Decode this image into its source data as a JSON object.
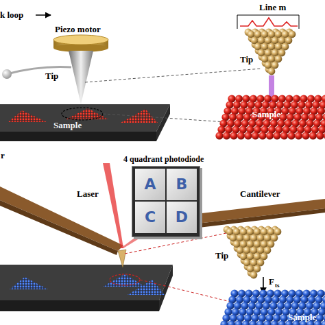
{
  "diagram": {
    "nodes": [
      {
        "text": [
          "4 quadrant photodiode"
        ]
      },
      {
        "text": [
          "A"
        ],
        "in": 0
      },
      {
        "text": [
          "B"
        ],
        "in": 0
      },
      {
        "text": [
          "C"
        ],
        "in": 0
      },
      {
        "text": [
          "D"
        ],
        "in": 0
      }
    ],
    "labels": [
      "k loop",
      "Piezo motor",
      "Tip",
      "Sample",
      "Line m",
      "Tip",
      "Sample",
      "Laser",
      "r",
      "Cantilever",
      "Tip",
      "F",
      "ts",
      "Sample"
    ]
  }
}
